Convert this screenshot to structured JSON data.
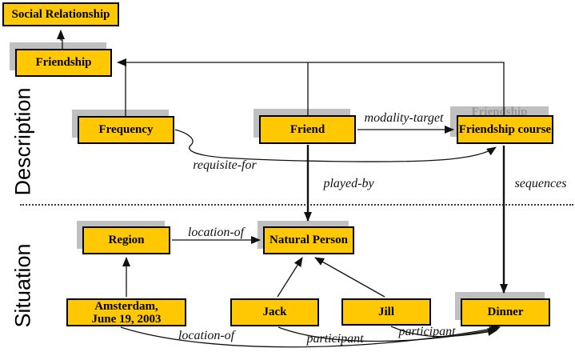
{
  "sections": {
    "description": "Description",
    "situation": "Situation"
  },
  "nodes": {
    "social_relationship": "Social Relationship",
    "friendship": "Friendship",
    "frequency": "Frequency",
    "friend": "Friend",
    "friendship_course": "Friendship course",
    "friendship_course_ghost": "Friendship",
    "region": "Region",
    "natural_person": "Natural Person",
    "amsterdam_line1": "Amsterdam,",
    "amsterdam_line2": "June 19, 2003",
    "jack": "Jack",
    "jill": "Jill",
    "dinner": "Dinner"
  },
  "relations": {
    "modality_target": "modality-target",
    "requisite_for": "requisite-for",
    "played_by": "played-by",
    "sequences": "sequences",
    "location_of_top": "location-of",
    "location_of_bottom": "location-of",
    "participant_jack": "participant",
    "participant_jill": "participant"
  },
  "colors": {
    "node_fill": "#FFC800",
    "node_border": "#000000",
    "shadow": "#C0C0C0",
    "line": "#111111"
  }
}
